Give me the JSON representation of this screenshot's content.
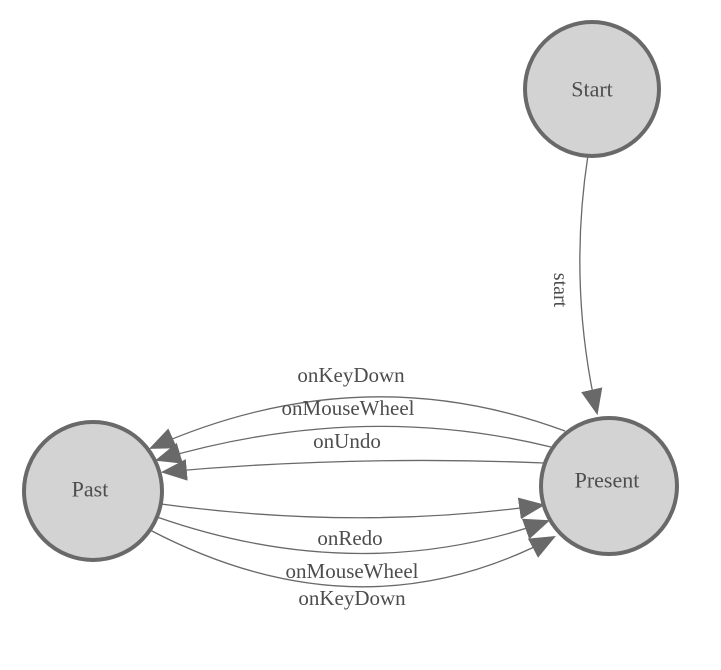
{
  "diagram": {
    "type": "state-machine",
    "colors": {
      "background": "#ffffff",
      "node_fill": "#d3d3d3",
      "node_border": "#696969",
      "edge_stroke": "#696969",
      "arrowhead_fill": "#696969",
      "label_text": "#4d4d4d"
    },
    "nodes": [
      {
        "id": "start",
        "label": "Start"
      },
      {
        "id": "present",
        "label": "Present"
      },
      {
        "id": "past",
        "label": "Past"
      }
    ],
    "edges": [
      {
        "from": "Start",
        "to": "Present",
        "label": "start"
      },
      {
        "from": "Present",
        "to": "Past",
        "label": "onKeyDown"
      },
      {
        "from": "Present",
        "to": "Past",
        "label": "onMouseWheel"
      },
      {
        "from": "Present",
        "to": "Past",
        "label": "onUndo"
      },
      {
        "from": "Past",
        "to": "Present",
        "label": "onRedo"
      },
      {
        "from": "Past",
        "to": "Present",
        "label": "onMouseWheel"
      },
      {
        "from": "Past",
        "to": "Present",
        "label": "onKeyDown"
      }
    ]
  }
}
